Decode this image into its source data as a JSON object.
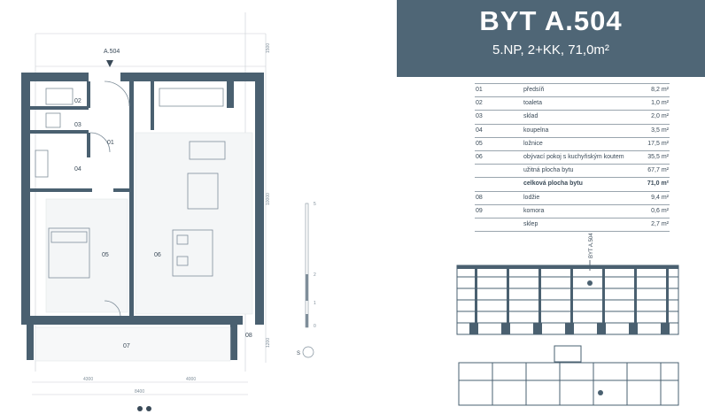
{
  "unit": {
    "title": "BYT A.504",
    "subtitle": "5.NP, 2+KK, 71,0m²"
  },
  "rooms": [
    {
      "num": "01",
      "name": "předsíň",
      "area": "8,2 m²"
    },
    {
      "num": "02",
      "name": "toaleta",
      "area": "1,0 m²"
    },
    {
      "num": "03",
      "name": "sklad",
      "area": "2,0 m²"
    },
    {
      "num": "04",
      "name": "koupelna",
      "area": "3,5 m²"
    },
    {
      "num": "05",
      "name": "ložnice",
      "area": "17,5 m²"
    },
    {
      "num": "06",
      "name": "obývací pokoj s kuchyňským koutem",
      "area": "35,5 m²"
    },
    {
      "num": "",
      "name": "užitná plocha bytu",
      "area": "67,7 m²"
    },
    {
      "num": "",
      "name": "celková plocha bytu",
      "area": "71,0 m²",
      "bold": true
    },
    {
      "num": "08",
      "name": "lodžie",
      "area": "9,4 m²"
    },
    {
      "num": "09",
      "name": "komora",
      "area": "0,6 m²"
    },
    {
      "num": "",
      "name": "sklep",
      "area": "2,7 m²"
    }
  ],
  "plan": {
    "entry_label": "A.504",
    "room_labels": [
      "01",
      "02",
      "03",
      "04",
      "05",
      "06",
      "07",
      "08"
    ],
    "dims": {
      "top": "1500",
      "height": "10000",
      "bottom": "1200",
      "left_width": "4300",
      "total_width": "8400",
      "right_width": "4000"
    },
    "scale_ticks": [
      "0",
      "1",
      "2",
      "5"
    ],
    "north": "S"
  },
  "location": {
    "label": "BYT A.504"
  }
}
